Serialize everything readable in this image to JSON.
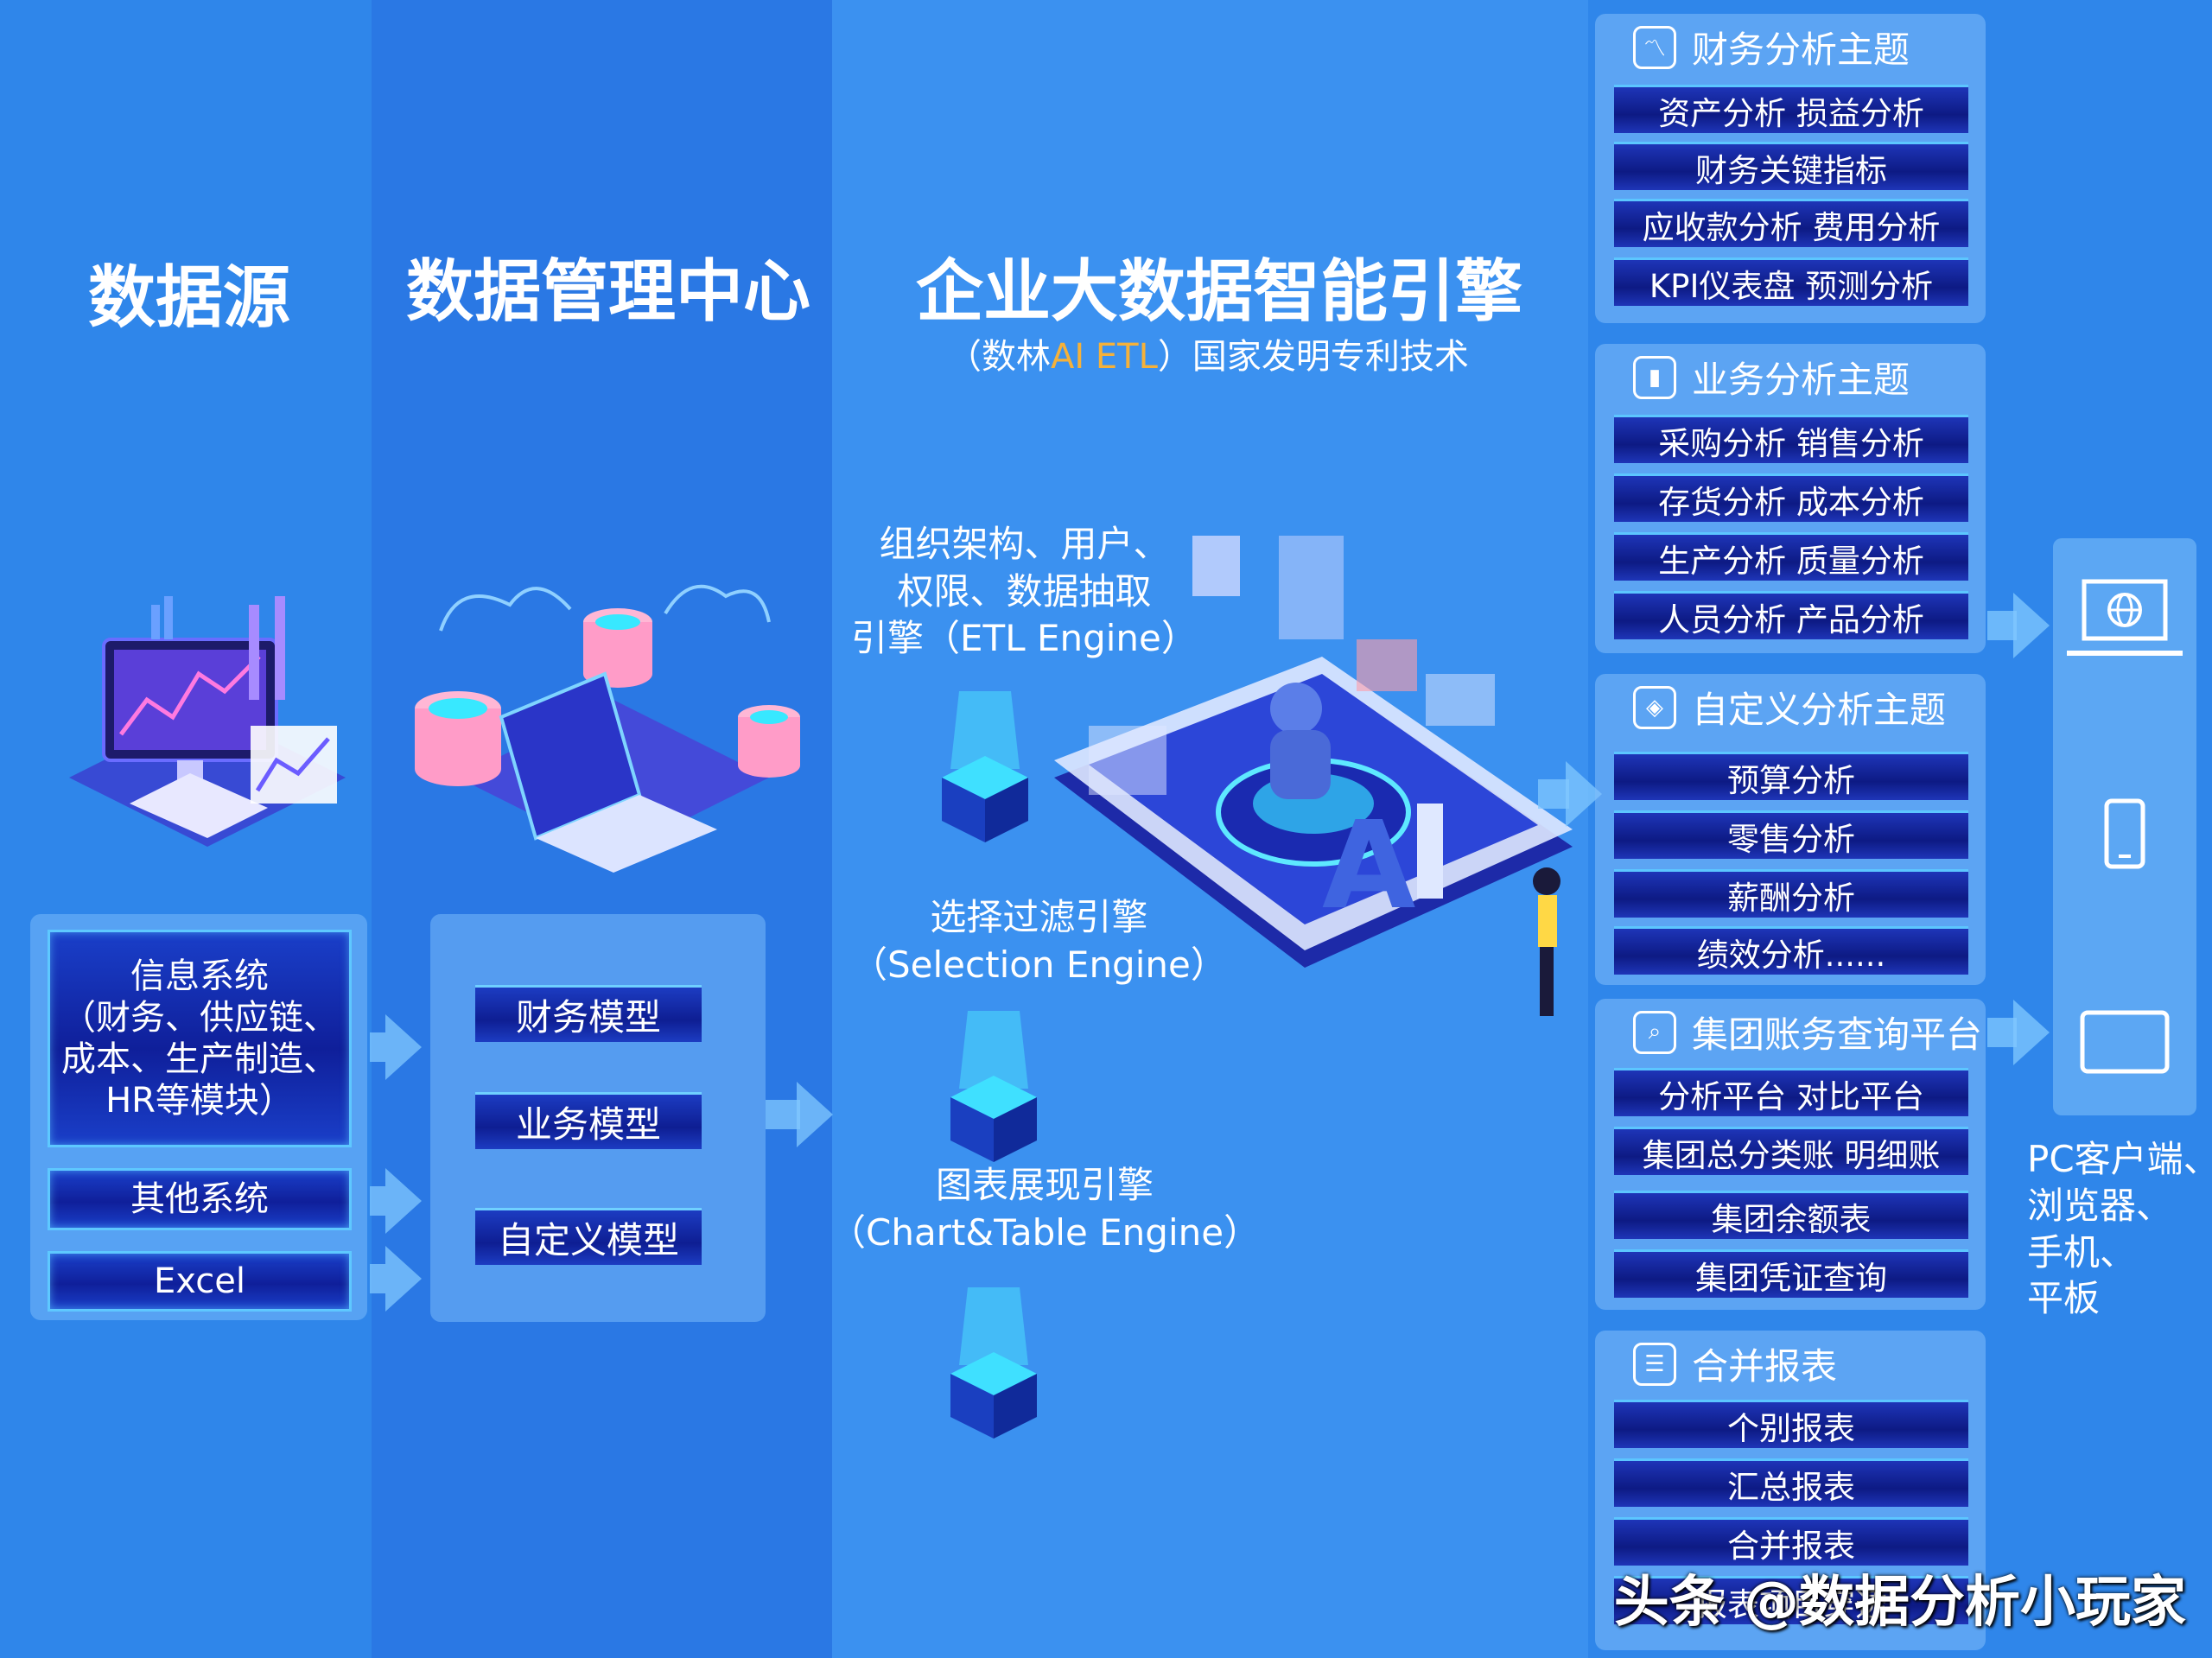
{
  "columns": {
    "source_title": "数据源",
    "mgmt_title": "数据管理中心",
    "engine_title": "企业大数据智能引擎",
    "engine_subtitle_pre": "（数林",
    "engine_subtitle_accent": "AI ETL",
    "engine_subtitle_post": "）国家发明专利技术"
  },
  "sources": [
    {
      "lines": [
        "信息系统",
        "（财务、供应链、",
        "成本、生产制造、",
        "HR等模块）"
      ]
    },
    {
      "label": "其他系统"
    },
    {
      "label": "Excel"
    }
  ],
  "models": [
    "财务模型",
    "业务模型",
    "自定义模型"
  ],
  "engines": [
    {
      "lines": [
        "组织架构、用户、",
        "权限、数据抽取",
        "引擎（ETL Engine）"
      ]
    },
    {
      "lines": [
        "选择过滤引擎",
        "（Selection Engine）"
      ]
    },
    {
      "lines": [
        "图表展现引擎",
        "（Chart&Table Engine）"
      ]
    }
  ],
  "topics": [
    {
      "title": "财务分析主题",
      "icon": "line-chart-icon",
      "items": [
        "资产分析  损益分析",
        "财务关键指标",
        "应收款分析  费用分析",
        "KPI仪表盘  预测分析"
      ]
    },
    {
      "title": "业务分析主题",
      "icon": "bar-chart-icon",
      "items": [
        "采购分析  销售分析",
        "存货分析  成本分析",
        "生产分析  质量分析",
        "人员分析  产品分析"
      ]
    },
    {
      "title": "自定义分析主题",
      "icon": "cube-icon",
      "items": [
        "预算分析",
        "零售分析",
        "薪酬分析",
        "绩效分析......"
      ]
    },
    {
      "title": "集团账务查询平台",
      "icon": "search-icon",
      "items": [
        "分析平台  对比平台",
        "集团总分类账  明细账",
        "集团余额表",
        "集团凭证查询"
      ]
    },
    {
      "title": "合并报表",
      "icon": "layers-icon",
      "items": [
        "个别报表",
        "汇总报表",
        "合并报表",
        "报表项目穿透"
      ]
    }
  ],
  "clients": [
    "PC客户端、",
    "浏览器、",
    "手机、",
    "平板"
  ],
  "watermark": "头条 @数据分析小玩家",
  "colors": {
    "accent": "#f5b13a",
    "box_border": "#5ec8ff",
    "box_fill": "#0f1f9a"
  }
}
